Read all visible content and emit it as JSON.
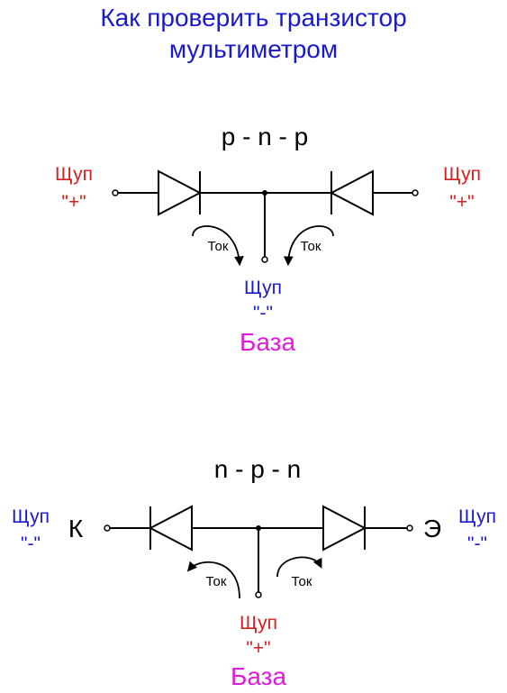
{
  "title": {
    "line1": "Как проверить транзистор",
    "line2": "мультиметром"
  },
  "colors": {
    "title": "#1a1acc",
    "probe_plus": "#d42020",
    "probe_minus": "#1a1acc",
    "base": "#e01cd8",
    "lines": "#000000"
  },
  "pnp": {
    "type_label": "p - n - p",
    "left_probe": {
      "label": "Щуп",
      "sign": "\"+\""
    },
    "right_probe": {
      "label": "Щуп",
      "sign": "\"+\""
    },
    "base_probe": {
      "label": "Щуп",
      "sign": "\"-\""
    },
    "base_label": "База",
    "current_left": "Ток",
    "current_right": "Ток"
  },
  "npn": {
    "type_label": "n - p - n",
    "left_probe": {
      "label": "Щуп",
      "sign": "\"-\""
    },
    "right_probe": {
      "label": "Щуп",
      "sign": "\"-\""
    },
    "base_probe": {
      "label": "Щуп",
      "sign": "\"+\""
    },
    "base_label": "База",
    "collector_label": "К",
    "emitter_label": "Э",
    "current_left": "Ток",
    "current_right": "Ток"
  }
}
